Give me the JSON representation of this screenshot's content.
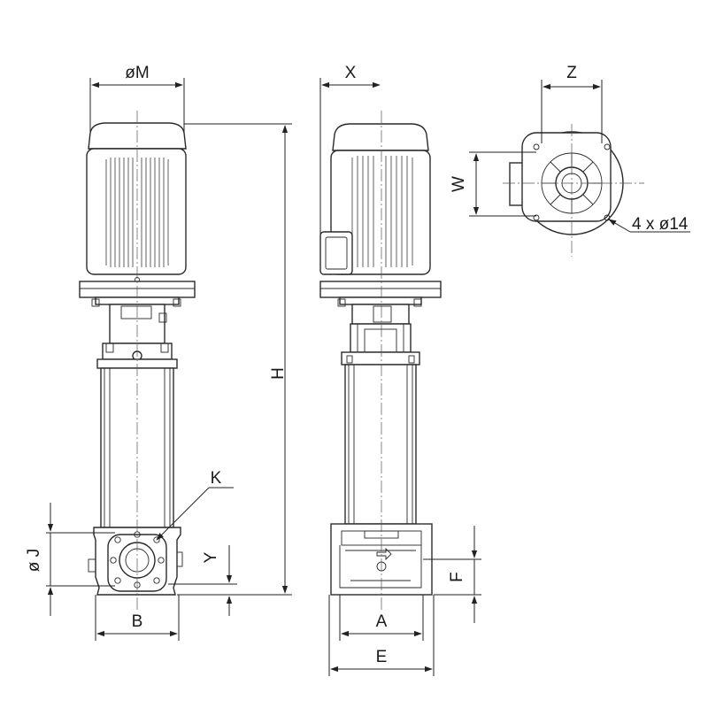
{
  "labels": {
    "motor_diameter": "øM",
    "height": "H",
    "flange_label": "K",
    "flange_diameter": "ø J",
    "inlet_height": "Y",
    "base_width_b": "B",
    "motor_offset_x": "X",
    "base_length_a": "A",
    "base_length_e": "E",
    "outlet_height": "F",
    "hole_spacing_z": "Z",
    "hole_spacing_w": "W",
    "mounting_holes": "4 x ø14"
  },
  "colors": {
    "line": "#2a2a2a",
    "background": "#ffffff"
  }
}
